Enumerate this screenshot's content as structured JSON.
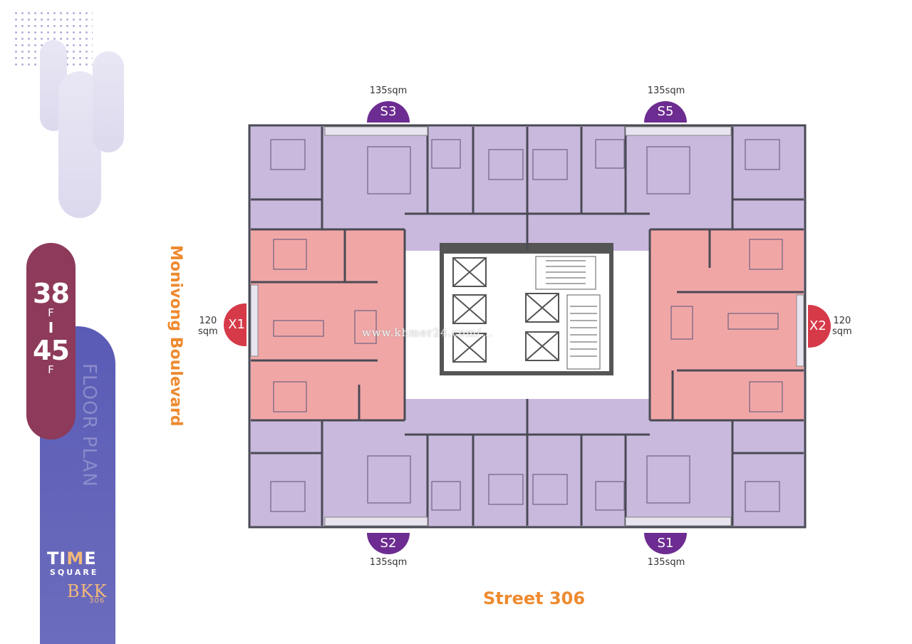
{
  "floors": {
    "from": "38",
    "to": "45",
    "unit_from": "F",
    "unit_to": "F",
    "separator": "I"
  },
  "floor_plan_label": "FLOOR PLAN",
  "roads": {
    "left": "Monivong Boulevard",
    "bottom": "Street 306"
  },
  "units": [
    {
      "code": "S3",
      "area": "135sqm"
    },
    {
      "code": "S5",
      "area": "135sqm"
    },
    {
      "code": "S2",
      "area": "135sqm"
    },
    {
      "code": "S1",
      "area": "135sqm"
    },
    {
      "code": "X1",
      "area_num": "120",
      "area_unit": "sqm"
    },
    {
      "code": "X2",
      "area_num": "120",
      "area_unit": "sqm"
    }
  ],
  "logo": {
    "time_a": "TI",
    "time_m": "M",
    "time_b": "E",
    "square": "SQUARE",
    "bkk": "BKK",
    "num": "306"
  },
  "watermark": "www.khmer24.com/...",
  "colors": {
    "purple_unit": "#c8b8dc",
    "red_unit": "#f1a6a6",
    "badge_purple": "#6d2c91",
    "badge_red": "#d63a49",
    "orange": "#ee8a2f",
    "maroon": "#8e3a5b",
    "blue": "#5a5bb5"
  }
}
